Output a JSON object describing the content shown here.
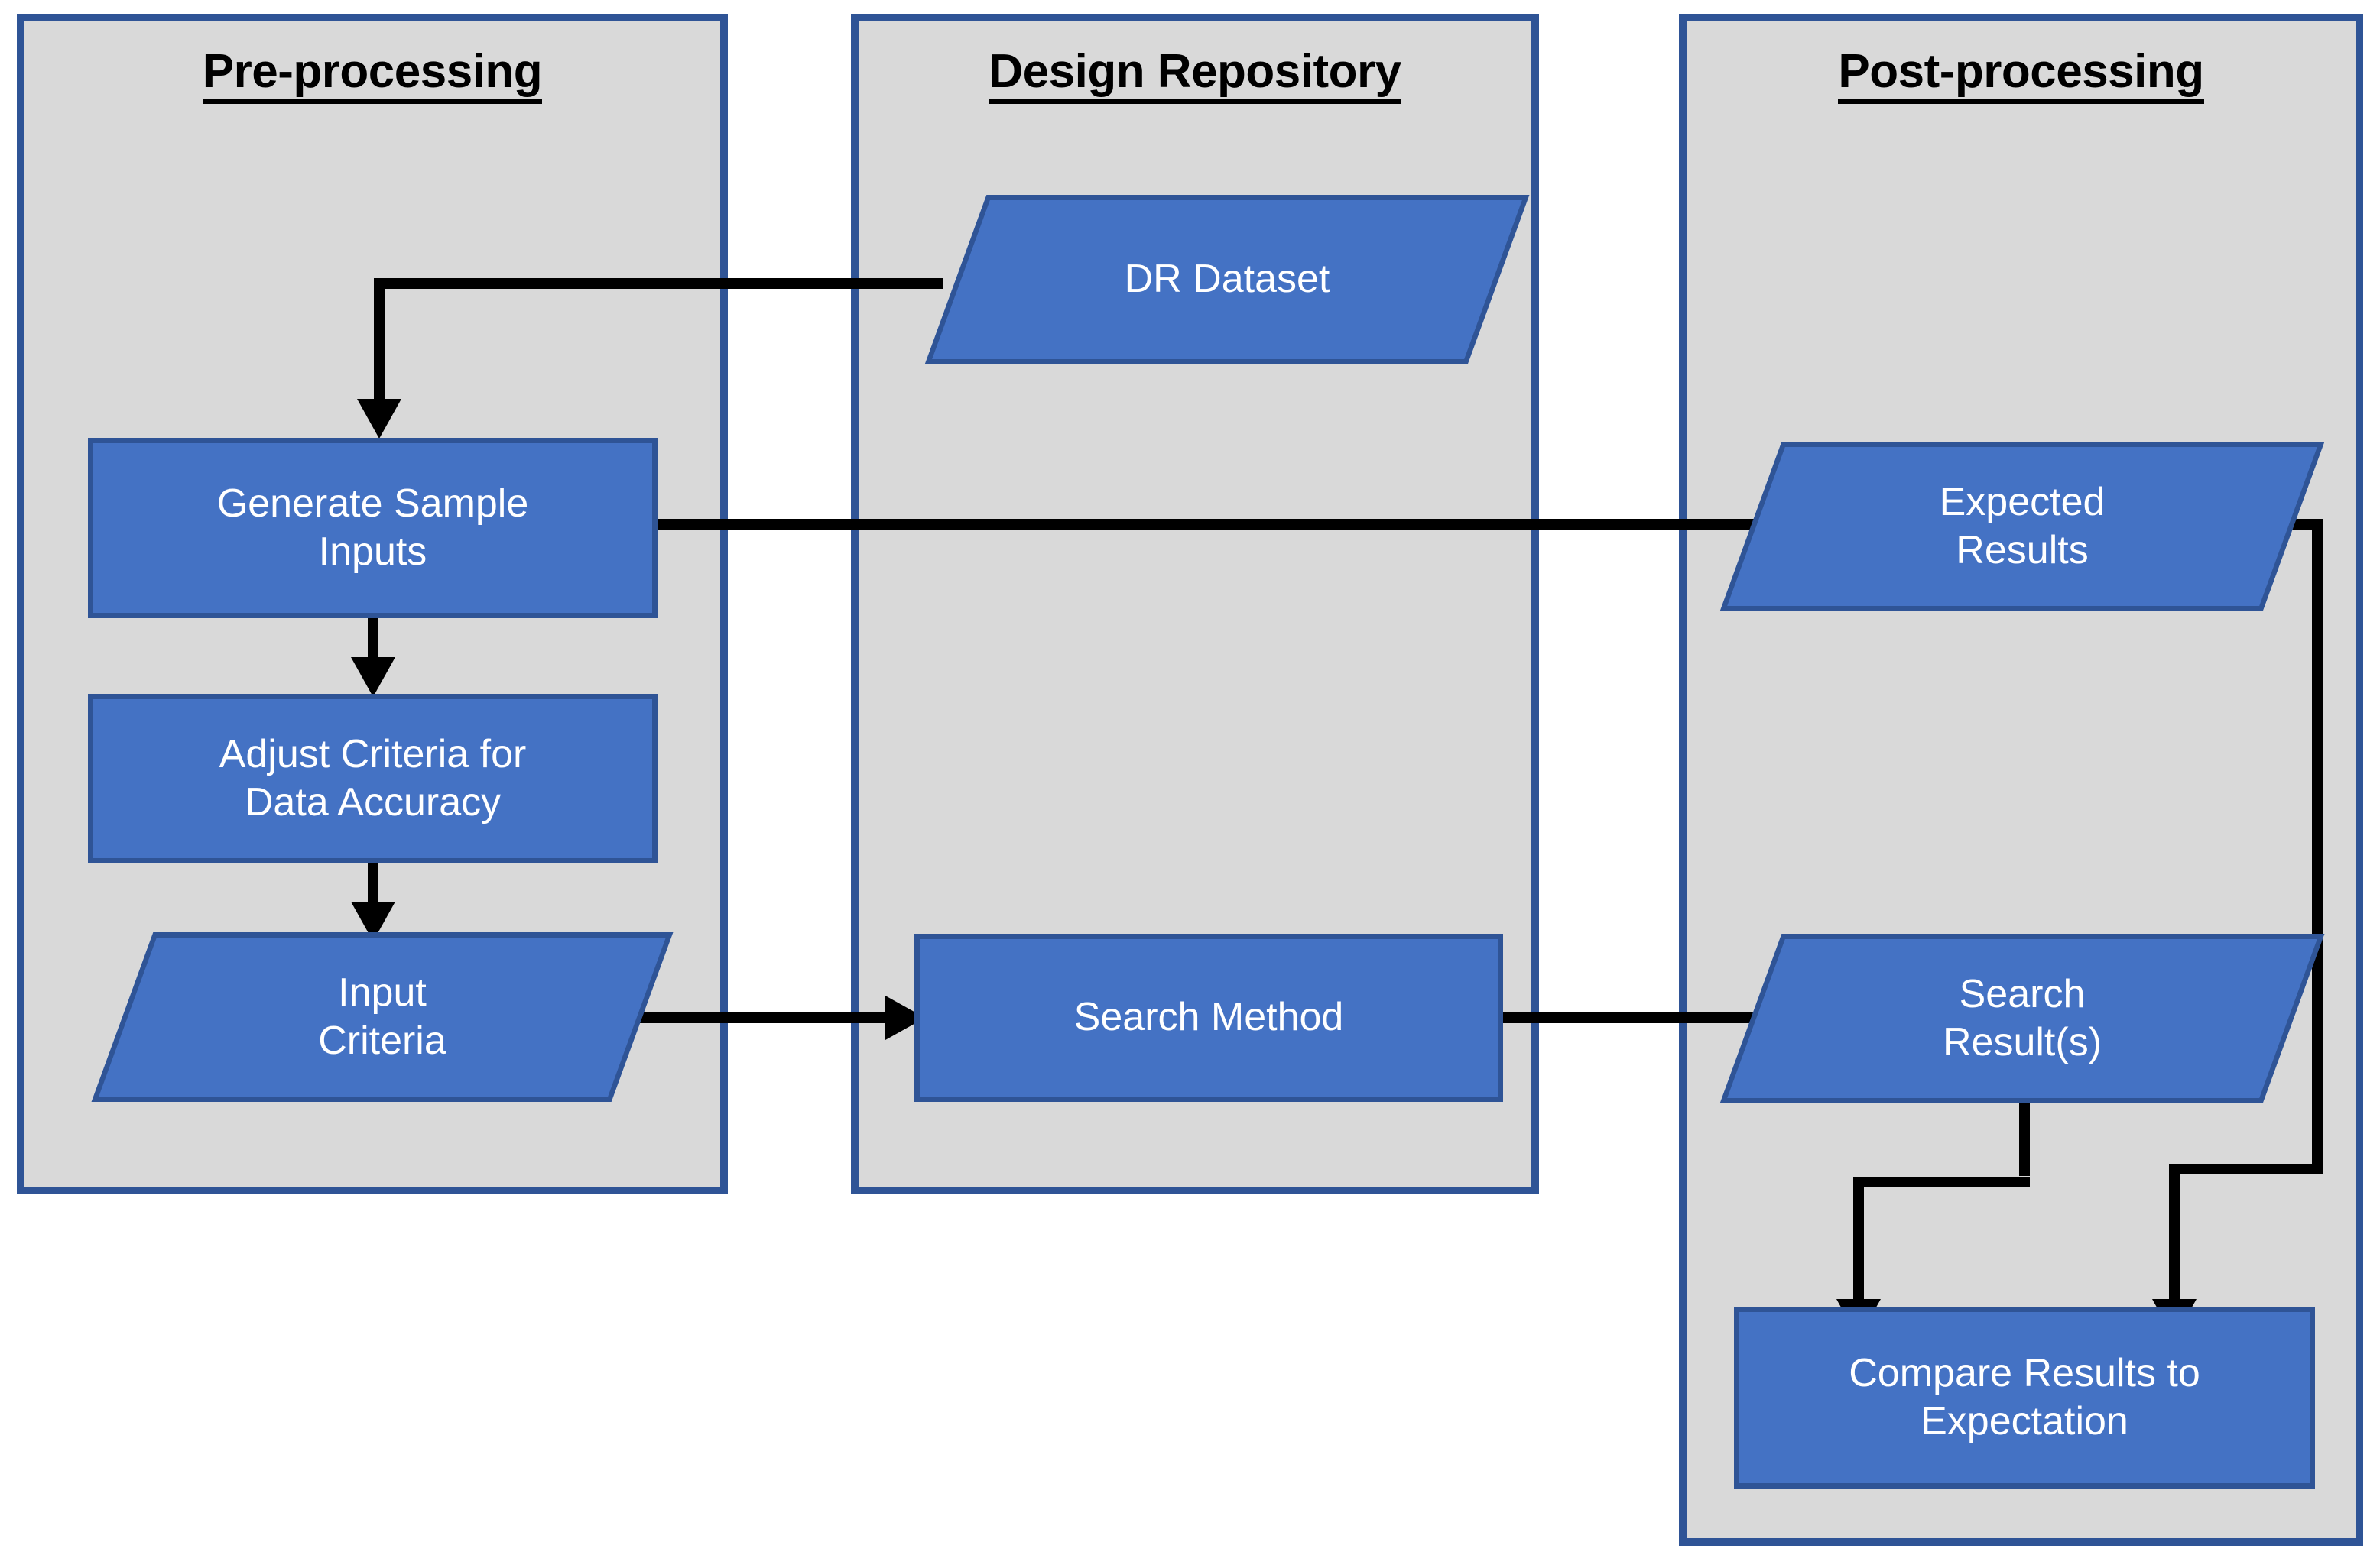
{
  "diagram": {
    "title": "Design repository search validation flowchart",
    "colors": {
      "node_fill": "#4472C4",
      "node_border": "#2F5496",
      "panel_background": "#D9D9D9",
      "panel_border": "#2F5496",
      "connector": "#000000",
      "node_text": "#FFFFFF",
      "panel_title_text": "#000000"
    },
    "panels": [
      {
        "id": "pre",
        "title": "Pre-processing"
      },
      {
        "id": "repo",
        "title": "Design Repository"
      },
      {
        "id": "post",
        "title": "Post-processing"
      }
    ],
    "nodes": [
      {
        "id": "dr_dataset",
        "label": "DR Dataset",
        "shape": "parallelogram",
        "panel": "repo"
      },
      {
        "id": "gen_sample",
        "label": "Generate Sample\nInputs",
        "shape": "rectangle",
        "panel": "pre"
      },
      {
        "id": "adjust_criteria",
        "label": "Adjust Criteria for\nData Accuracy",
        "shape": "rectangle",
        "panel": "pre"
      },
      {
        "id": "input_criteria",
        "label": "Input\nCriteria",
        "shape": "parallelogram",
        "panel": "pre"
      },
      {
        "id": "search_method",
        "label": "Search Method",
        "shape": "rectangle",
        "panel": "repo"
      },
      {
        "id": "expected_results",
        "label": "Expected\nResults",
        "shape": "parallelogram",
        "panel": "post"
      },
      {
        "id": "search_results",
        "label": "Search\nResult(s)",
        "shape": "parallelogram",
        "panel": "post"
      },
      {
        "id": "compare",
        "label": "Compare Results to\nExpectation",
        "shape": "rectangle",
        "panel": "post"
      }
    ],
    "edges": [
      {
        "from": "dr_dataset",
        "to": "gen_sample",
        "style": "orthogonal"
      },
      {
        "from": "gen_sample",
        "to": "expected_results",
        "style": "straight"
      },
      {
        "from": "gen_sample",
        "to": "adjust_criteria",
        "style": "straight"
      },
      {
        "from": "adjust_criteria",
        "to": "input_criteria",
        "style": "straight"
      },
      {
        "from": "input_criteria",
        "to": "search_method",
        "style": "straight"
      },
      {
        "from": "search_method",
        "to": "search_results",
        "style": "straight"
      },
      {
        "from": "search_results",
        "to": "compare",
        "style": "orthogonal"
      },
      {
        "from": "expected_results",
        "to": "compare",
        "style": "orthogonal"
      }
    ]
  }
}
